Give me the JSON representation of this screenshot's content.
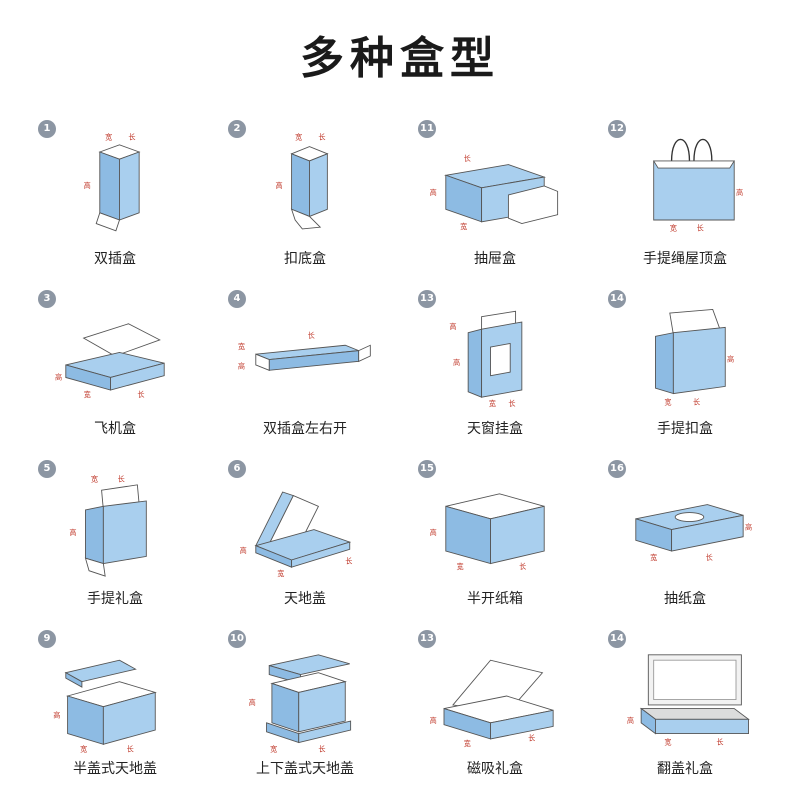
{
  "title": "多种盒型",
  "dimension_labels": {
    "width": "宽",
    "length": "长",
    "height": "高"
  },
  "box_types": [
    {
      "number": "1",
      "name": "双插盒",
      "icon": "tuck-end-box-icon"
    },
    {
      "number": "2",
      "name": "扣底盒",
      "icon": "lock-bottom-box-icon"
    },
    {
      "number": "11",
      "name": "抽屉盒",
      "icon": "drawer-box-icon"
    },
    {
      "number": "12",
      "name": "手提绳屋顶盒",
      "icon": "rope-handle-bag-icon"
    },
    {
      "number": "3",
      "name": "飞机盒",
      "icon": "mailer-box-icon"
    },
    {
      "number": "4",
      "name": "双插盒左右开",
      "icon": "side-tuck-box-icon"
    },
    {
      "number": "13",
      "name": "天窗挂盒",
      "icon": "window-hanging-box-icon"
    },
    {
      "number": "14",
      "name": "手提扣盒",
      "icon": "handle-lock-box-icon"
    },
    {
      "number": "5",
      "name": "手提礼盒",
      "icon": "handle-gift-box-icon"
    },
    {
      "number": "6",
      "name": "天地盖",
      "icon": "lid-base-box-icon"
    },
    {
      "number": "15",
      "name": "半开纸箱",
      "icon": "half-open-carton-icon"
    },
    {
      "number": "16",
      "name": "抽纸盒",
      "icon": "tissue-box-icon"
    },
    {
      "number": "9",
      "name": "半盖式天地盖",
      "icon": "half-lid-box-icon"
    },
    {
      "number": "10",
      "name": "上下盖式天地盖",
      "icon": "top-bottom-lid-box-icon"
    },
    {
      "number": "13",
      "name": "磁吸礼盒",
      "icon": "magnetic-gift-box-icon"
    },
    {
      "number": "14",
      "name": "翻盖礼盒",
      "icon": "flip-lid-gift-box-icon"
    }
  ],
  "colors": {
    "box_fill": "#a9cfee",
    "box_side": "#8dbbe3",
    "box_stroke": "#555555",
    "badge": "#8c96a3",
    "dimension": "#c0392b"
  }
}
